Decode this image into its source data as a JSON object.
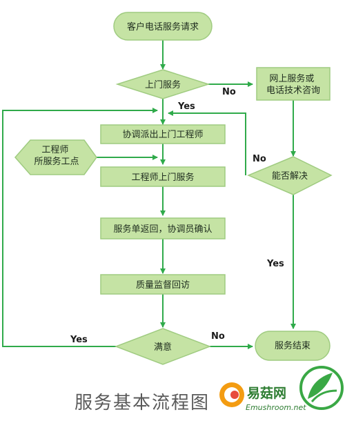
{
  "nodes": {
    "start": "客户电话服务请求",
    "onsite_decision": "上门服务",
    "online_service": "网上服务或电话技术咨询",
    "online_service_lines": [
      "网上服务或",
      "电话技术咨询"
    ],
    "dispatch": "协调派出上门工程师",
    "engineer_site_lines": [
      "工程师",
      "所服务工点"
    ],
    "engineer_onsite": "工程师上门服务",
    "form_return": "服务单返回，协调员确认",
    "quality_visit": "质量监督回访",
    "satisfied_decision": "满意",
    "resolved_decision": "能否解决",
    "end": "服务结束"
  },
  "edge_labels": {
    "onsite_no": "No",
    "onsite_yes": "Yes",
    "resolve_no": "No",
    "resolve_yes": "Yes",
    "satisfied_yes": "Yes",
    "satisfied_no": "No"
  },
  "caption": "服务基本流程图",
  "watermark": {
    "brand": "易菇网",
    "url": "Emushroom.net"
  },
  "colors": {
    "node_fill": "#c5e3a4",
    "node_stroke": "#9fcb80",
    "arrow": "#2faa4a"
  }
}
